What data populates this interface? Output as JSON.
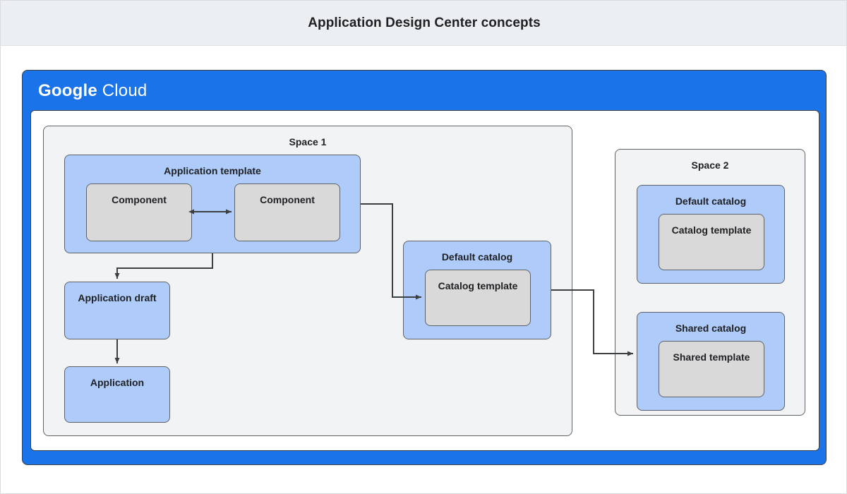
{
  "titlebar": {
    "title": "Application Design Center concepts"
  },
  "cloud_frame": {
    "logo_primary": "Google",
    "logo_secondary": "Cloud"
  },
  "colors": {
    "brand_blue": "#1a73e8",
    "box_blue": "#aecbfa",
    "box_gray": "#d9d9d9",
    "space_bg": "#f1f3f4",
    "stroke": "#5f6368",
    "title_bar_bg": "#eceff1",
    "text": "#202124"
  },
  "diagram": {
    "type": "architecture-diagram",
    "spaces": [
      {
        "id": "space-1",
        "label": "Space 1",
        "nodes": [
          {
            "id": "application-template",
            "label": "Application template",
            "fill": "blue",
            "children": [
              {
                "id": "component-left",
                "label": "Component",
                "fill": "gray"
              },
              {
                "id": "component-right",
                "label": "Component",
                "fill": "gray"
              }
            ]
          },
          {
            "id": "application-draft",
            "label": "Application draft",
            "fill": "blue"
          },
          {
            "id": "application",
            "label": "Application",
            "fill": "blue"
          },
          {
            "id": "default-catalog-space1",
            "label": "Default catalog",
            "fill": "blue",
            "children": [
              {
                "id": "catalog-template-space1",
                "label": "Catalog template",
                "fill": "gray"
              }
            ]
          }
        ]
      },
      {
        "id": "space-2",
        "label": "Space 2",
        "nodes": [
          {
            "id": "default-catalog-space2",
            "label": "Default catalog",
            "fill": "blue",
            "children": [
              {
                "id": "catalog-template-space2",
                "label": "Catalog template",
                "fill": "gray"
              }
            ]
          },
          {
            "id": "shared-catalog",
            "label": "Shared catalog",
            "fill": "blue",
            "children": [
              {
                "id": "shared-template",
                "label": "Shared template",
                "fill": "gray"
              }
            ]
          }
        ]
      }
    ],
    "edges": [
      {
        "id": "components-link",
        "from": "component-left",
        "to": "component-right",
        "arrow": "both"
      },
      {
        "id": "template-to-draft",
        "from": "application-template",
        "to": "application-draft",
        "arrow": "end"
      },
      {
        "id": "draft-to-app",
        "from": "application-draft",
        "to": "application",
        "arrow": "end"
      },
      {
        "id": "template-to-catalog",
        "from": "application-template",
        "to": "catalog-template-space1",
        "arrow": "end"
      },
      {
        "id": "catalog-to-shared",
        "from": "default-catalog-space1",
        "to": "shared-catalog",
        "arrow": "end"
      }
    ]
  }
}
